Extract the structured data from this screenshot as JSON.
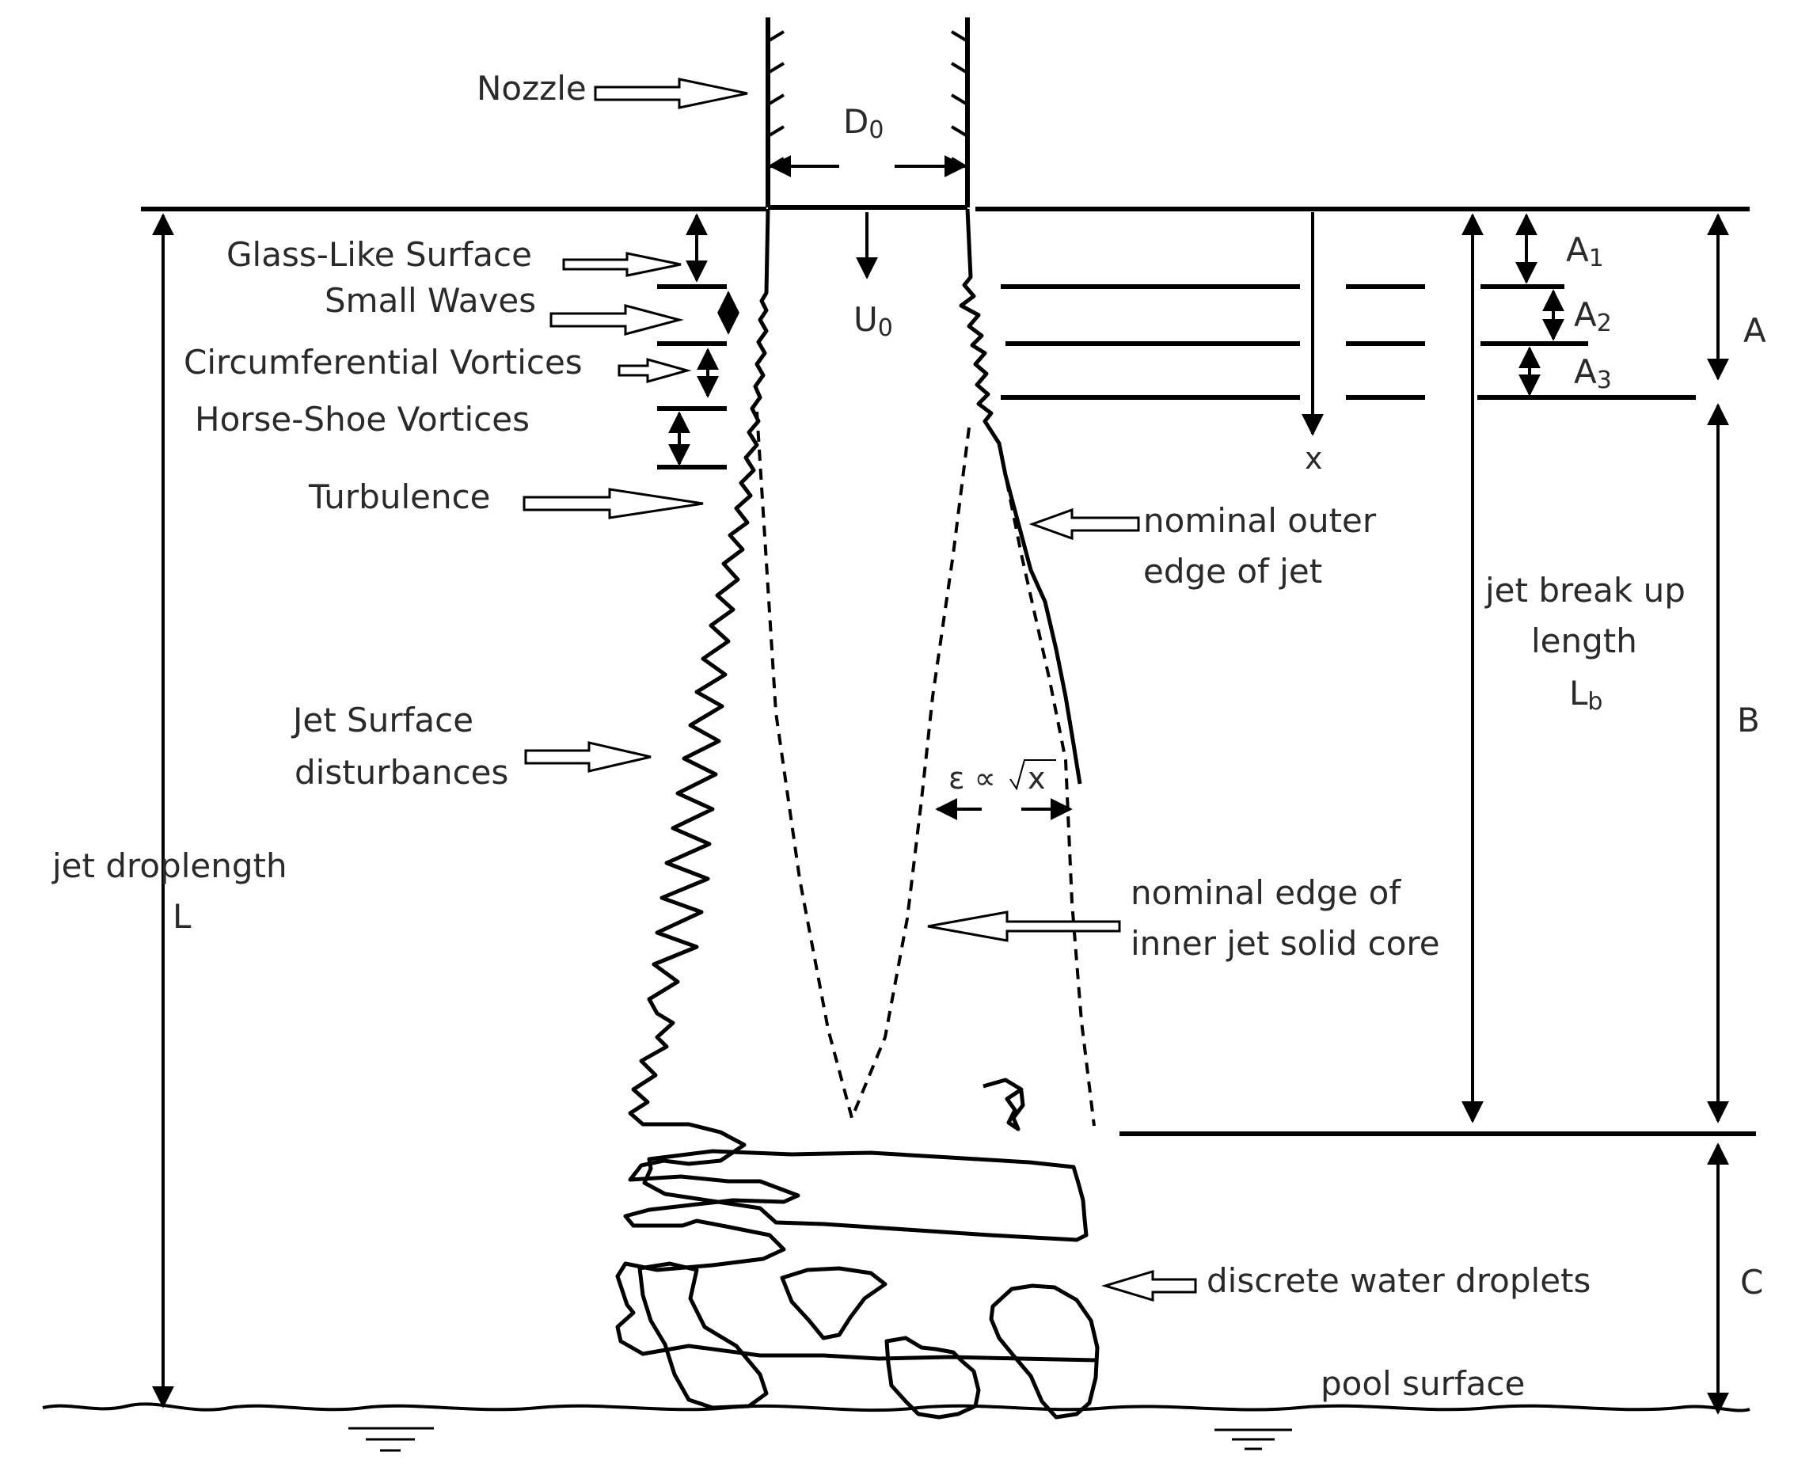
{
  "labels": {
    "nozzle": "Nozzle",
    "d0": "D",
    "d0_sub": "0",
    "u0": "U",
    "u0_sub": "0",
    "glass_like": "Glass-Like Surface",
    "small_waves": "Small Waves",
    "circumferential": "Circumferential Vortices",
    "horseshoe": "Horse-Shoe Vortices",
    "turbulence": "Turbulence",
    "jet_surface_1": "Jet Surface",
    "jet_surface_2": "disturbances",
    "jet_droplength_1": "jet droplength",
    "jet_droplength_2": "L",
    "x": "x",
    "outer_edge_1": "nominal outer",
    "outer_edge_2": "edge of jet",
    "epsilon": "ε ∝",
    "epsilon_x": "x",
    "inner_core_1": "nominal edge of",
    "inner_core_2": "inner jet solid core",
    "breakup_1": "jet  break up",
    "breakup_2": "length",
    "breakup_3": "L",
    "breakup_sub": "b",
    "a1": "A",
    "a1_sub": "1",
    "a2": "A",
    "a2_sub": "2",
    "a3": "A",
    "a3_sub": "3",
    "zone_a": "A",
    "zone_b": "B",
    "zone_c": "C",
    "droplets": "discrete water droplets",
    "pool": "pool surface"
  },
  "colors": {
    "line": "#000000",
    "text": "#2a2a2a",
    "background": "#ffffff"
  }
}
